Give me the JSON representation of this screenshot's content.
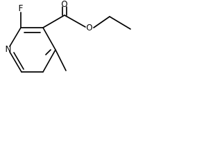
{
  "structure": {
    "atoms": {
      "fluorine": "F",
      "ring_nitrogen": "N",
      "carbonyl_oxygen": "O",
      "ester_oxygen": "O"
    }
  }
}
